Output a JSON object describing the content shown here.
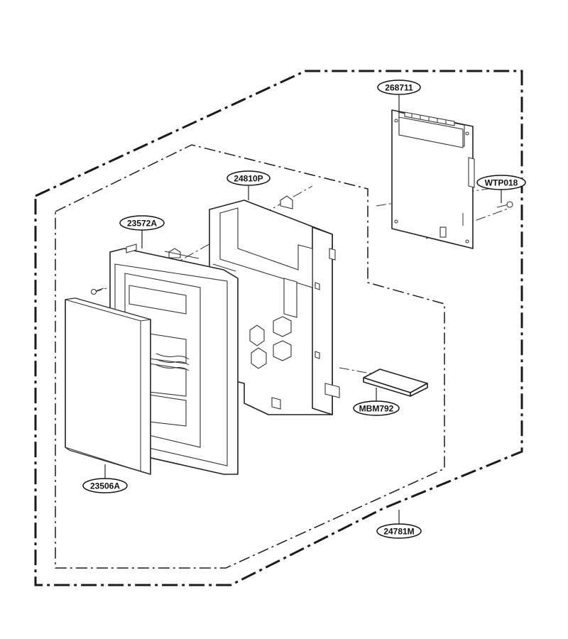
{
  "callouts": {
    "c268711": "268711",
    "wtp018": "WTP018",
    "c24810p": "24810P",
    "c23572a": "23572A",
    "mbm792": "MBM792",
    "c23506a": "23506A",
    "c24781m": "24781M"
  }
}
